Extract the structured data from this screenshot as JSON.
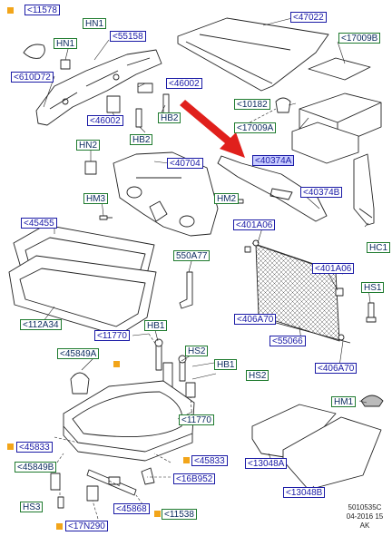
{
  "labels": {
    "l11578": "<11578",
    "hn1a": "HN1",
    "hn1b": "HN1",
    "l55158": "<55158",
    "l610d72": "<610D72",
    "l46002a": "<46002",
    "l46002b": "<46002",
    "hb2a": "HB2",
    "hb2b": "HB2",
    "l47022": "<47022",
    "l17009b": "<17009B",
    "l10182": "<10182",
    "l17009a": "<17009A",
    "hn2": "HN2",
    "l40704": "<40704",
    "l40374a": "<40374A",
    "l40374b": "<40374B",
    "hm3": "HM3",
    "hm2": "HM2",
    "hc1": "HC1",
    "l45455": "<45455",
    "l401a06a": "<401A06",
    "l401a06b": "<401A06",
    "l550a77": "550A77",
    "hs1": "HS1",
    "l112a34": "<112A34",
    "l11770a": "<11770",
    "l406a70a": "<406A70",
    "l55066": "<55066",
    "l406a70b": "<406A70",
    "hb1a": "HB1",
    "l45849a": "<45849A",
    "hs2a": "HS2",
    "hb1b": "HB1",
    "hs2b": "HS2",
    "hm1": "HM1",
    "l11770b": "<11770",
    "l45833a": "<45833",
    "l45833b": "<45833",
    "l45849b": "<45849B",
    "l16b952": "<16B952",
    "l13048a": "<13048A",
    "hs3": "HS3",
    "l45868": "<45868",
    "l11538": "<11538",
    "l13048b": "<13048B",
    "l17n290": "<17N290"
  },
  "reference": {
    "code": "5010535C",
    "date": "04-2016 15",
    "suffix": "AK"
  },
  "colors": {
    "label_blue": "#1a1aa6",
    "label_green": "#1e7a2e",
    "marker_orange": "#f2a51a",
    "arrow_red": "#e0201c",
    "selected_fill": "#c8ccff"
  }
}
